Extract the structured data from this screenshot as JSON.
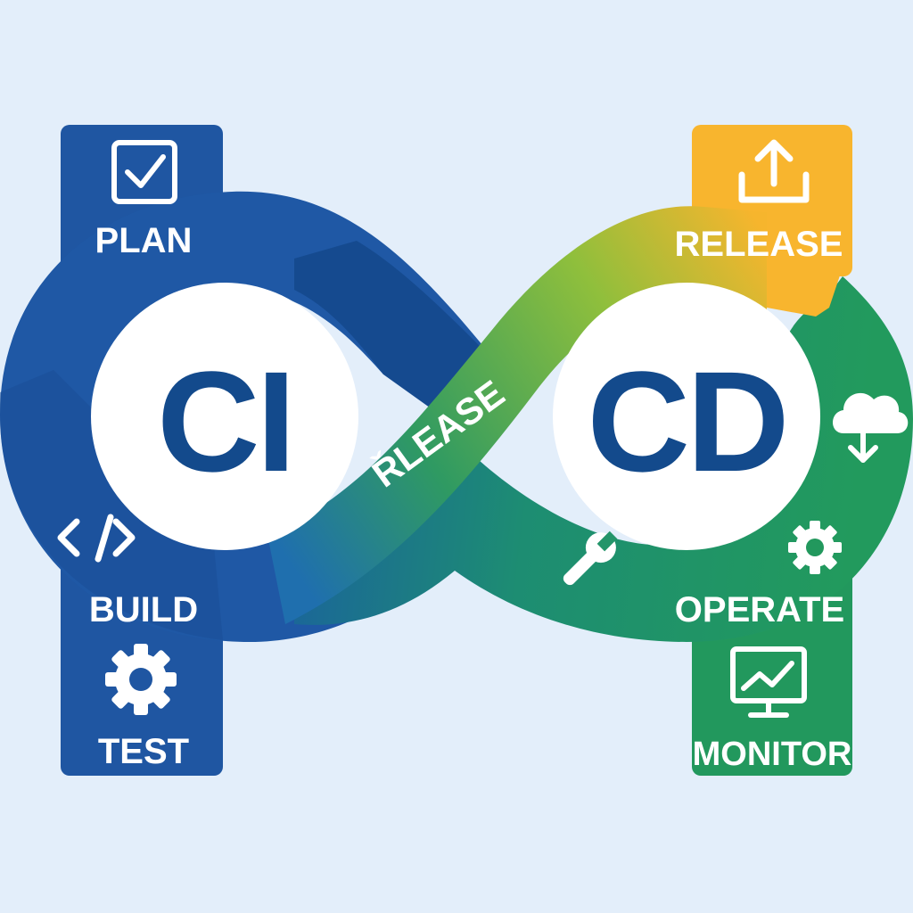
{
  "diagram": {
    "center_left": "CI",
    "center_right": "CD",
    "band_text": "ŘLEASE",
    "stages": {
      "plan": "PLAN",
      "build": "BUILD",
      "test": "TEST",
      "release": "RELEASE",
      "operate": "OPERATE",
      "monitor": "MONITOR"
    },
    "icons": {
      "plan": "checkbox-icon",
      "build": "code-icon",
      "test": "gear-icon",
      "release": "upload-icon",
      "deploy": "cloud-download-icon",
      "operate_tool": "wrench-icon",
      "operate_gear": "gear-icon",
      "monitor": "monitor-chart-icon"
    },
    "colors": {
      "background": "#e3eefa",
      "ci_blue": "#1f5aa6",
      "ci_blue_dark": "#124a8a",
      "cd_green": "#219a5f",
      "release_yellow": "#f8b52e",
      "center_text": "#134a8c",
      "white": "#ffffff"
    }
  }
}
